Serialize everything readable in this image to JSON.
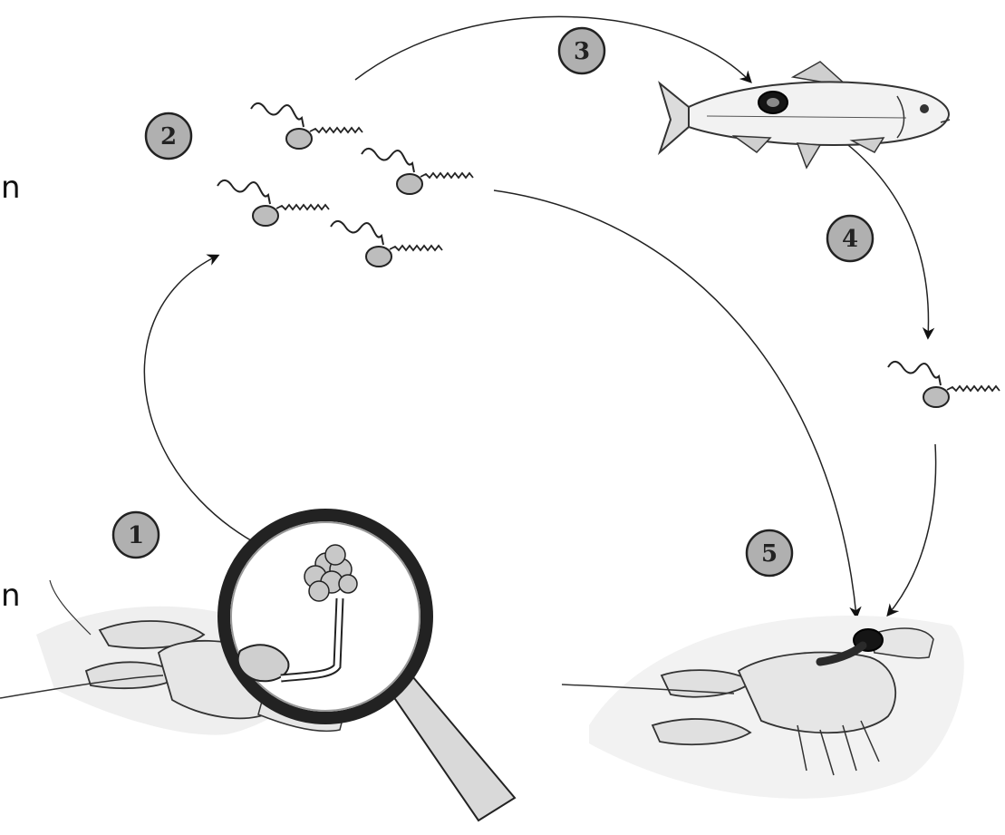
{
  "diagram": {
    "steps": [
      {
        "number": "1"
      },
      {
        "number": "2"
      },
      {
        "number": "3"
      },
      {
        "number": "4"
      },
      {
        "number": "5"
      }
    ],
    "edge_fragments": [
      "n",
      "n"
    ]
  },
  "colors": {
    "ink": "#222222",
    "spore_fill": "#bdbdbd",
    "badge_fill": "#b0b0b0",
    "cyst_dark": "#151515",
    "background": "#ffffff"
  },
  "icons": [
    "crayfish-host-icon",
    "magnifying-glass-icon",
    "sporangium-icon",
    "zoospore-icon",
    "fish-host-icon",
    "cyst-icon"
  ]
}
